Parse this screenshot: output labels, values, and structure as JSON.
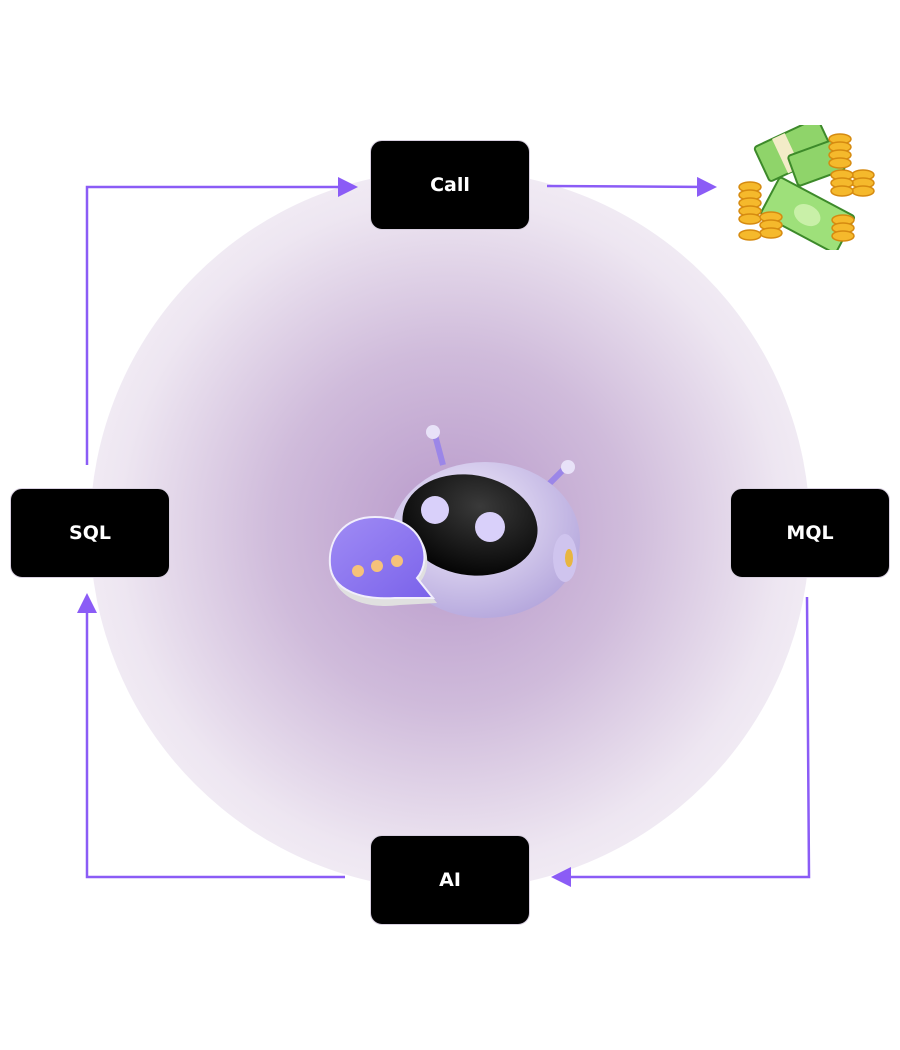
{
  "nodes": {
    "call": "Call",
    "sql": "SQL",
    "mql": "MQL",
    "ai": "AI"
  },
  "colors": {
    "arrow": "#8B5CF6",
    "node_bg": "#000000",
    "glow": "#8C5AAA"
  },
  "icons": {
    "center": "robot-chat-icon",
    "reward": "money-coins-icon"
  }
}
